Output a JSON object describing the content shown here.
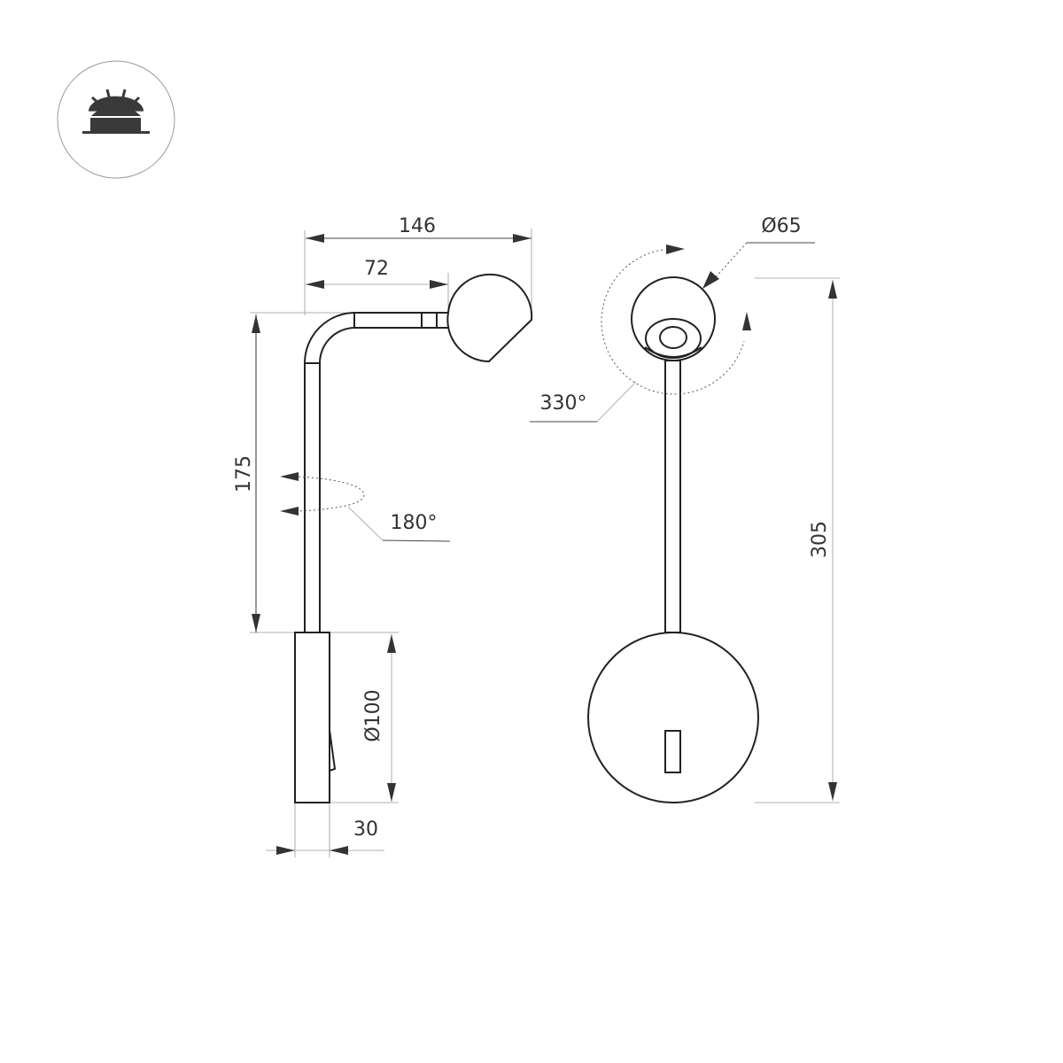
{
  "icon": {
    "name": "surface-mounted-light-icon",
    "circle_color": "#999999",
    "fill_color": "#3a3a3a"
  },
  "side_view": {
    "dims": {
      "overall_width": "146",
      "arm_length": "72",
      "arm_height": "175",
      "rotation": "180°",
      "base_diameter": "Ø100",
      "base_depth": "30"
    }
  },
  "front_view": {
    "dims": {
      "head_diameter": "Ø65",
      "head_rotation": "330°",
      "overall_height": "305"
    }
  },
  "colors": {
    "line": "#222222",
    "dimension": "#444444",
    "text": "#333333",
    "background": "#ffffff"
  }
}
